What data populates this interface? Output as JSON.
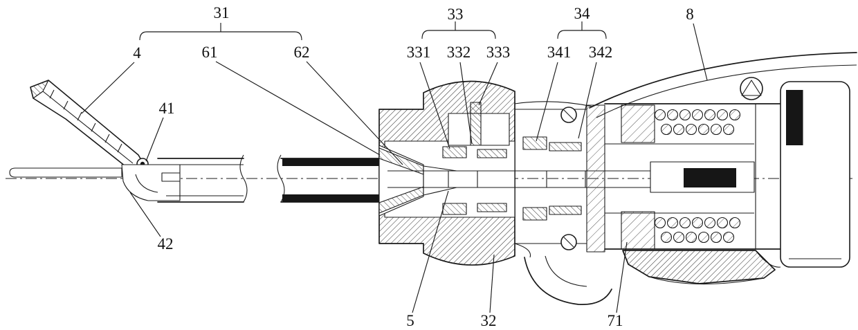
{
  "figure": {
    "labels": {
      "n31": "31",
      "n4": "4",
      "n61": "61",
      "n62": "62",
      "n33": "33",
      "n331": "331",
      "n332": "332",
      "n333": "333",
      "n34": "34",
      "n341": "341",
      "n342": "342",
      "n8": "8",
      "n41": "41",
      "n42": "42",
      "n5": "5",
      "n32": "32",
      "n71": "71"
    }
  }
}
